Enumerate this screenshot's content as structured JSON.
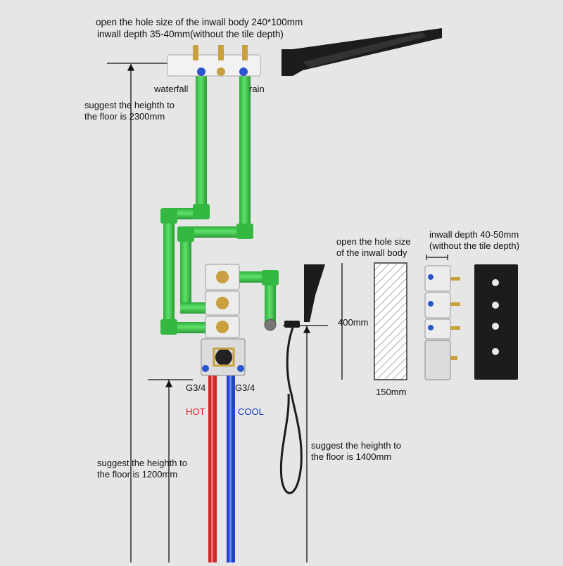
{
  "labels": {
    "inwall_hole": "open the hole size of the inwall body 240*100mm",
    "inwall_depth_top": "inwall depth 35-40mm(without the tile depth)",
    "waterfall": "waterfall",
    "rain": "rain",
    "height_2300_l1": "suggest the heighth to",
    "height_2300_l2": "the floor is 2300mm",
    "hole_size_l1": "open the hole size",
    "hole_size_l2": "of the inwall body",
    "inwall_depth_side_l1": "inwall depth 40-50mm",
    "inwall_depth_side_l2": "(without the tile depth)",
    "dim_400": "400mm",
    "dim_150": "150mm",
    "g34_left": "G3/4",
    "g34_right": "G3/4",
    "hot": "HOT",
    "cool": "COOL",
    "height_1400_l1": "suggest the heighth to",
    "height_1400_l2": "the floor is 1400mm",
    "height_1200_l1": "suggest the heighth to",
    "height_1200_l2": "the floor is 1200mm"
  },
  "colors": {
    "background": "#e6e6e6",
    "pipe_green": "#3cc84a",
    "hot_pipe": "#d42a2a",
    "cool_pipe": "#2a4fd4",
    "fixture_black": "#1c1c1c",
    "brass": "#c8a040"
  },
  "icons": [
    "rain-shower-head-icon",
    "hand-shower-icon",
    "mixing-valve-icon",
    "control-panel-icon"
  ]
}
